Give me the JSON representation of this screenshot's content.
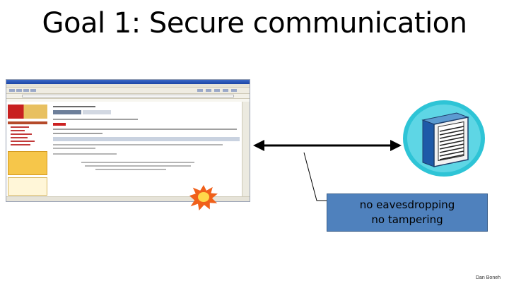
{
  "slide": {
    "title": "Goal 1:  Secure communication",
    "callout": {
      "line1": "no eavesdropping",
      "line2": "no tampering"
    },
    "author": "Dan Boneh"
  },
  "colors": {
    "callout_fill": "#4f81bd",
    "burst": "#f0601a",
    "server_glow": "#2ec4d6"
  },
  "icons": {
    "browser": "browser-screenshot",
    "server": "server-icon",
    "attack": "explosion-icon",
    "link": "double-arrow-icon"
  }
}
